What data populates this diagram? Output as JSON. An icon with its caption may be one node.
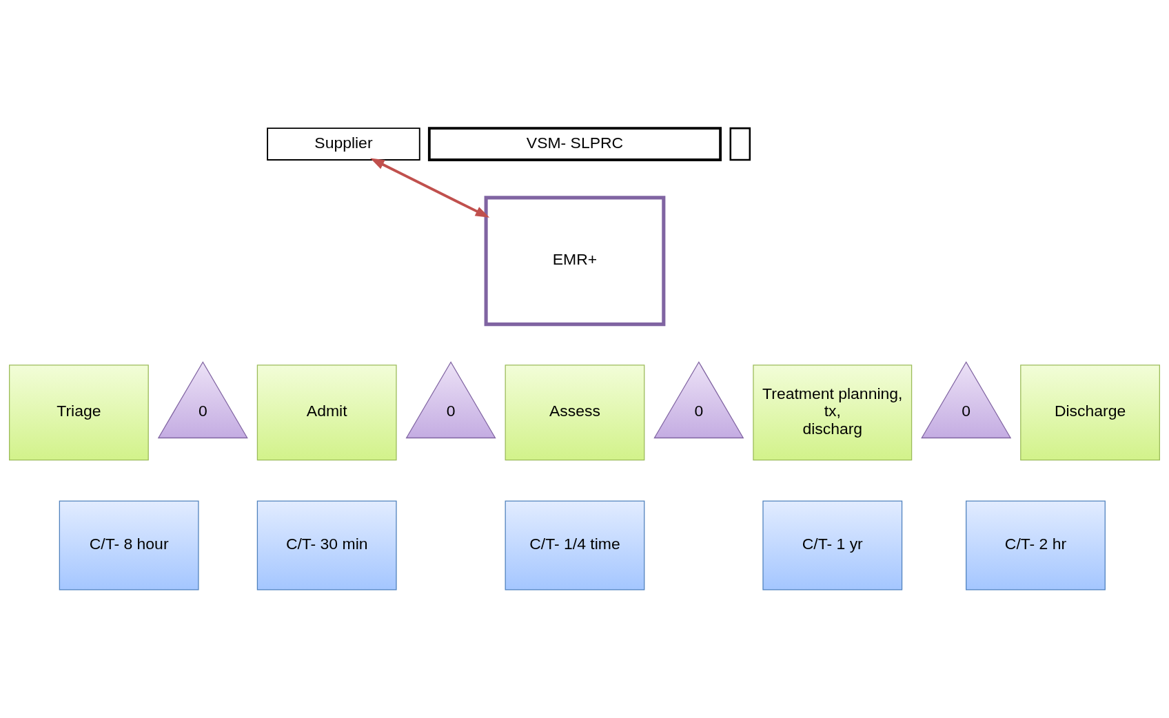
{
  "diagram": {
    "nodes": [
      {
        "text": [
          "Supplier"
        ]
      },
      {
        "text": [
          "VSM- SLPRC"
        ]
      },
      {
        "text": [],
        "shape": "box"
      },
      {
        "text": [
          "EMR+"
        ]
      },
      {
        "text": [
          "Triage"
        ]
      },
      {
        "text": [
          "0"
        ]
      },
      {
        "text": [
          "Admit"
        ]
      },
      {
        "text": [
          "0"
        ]
      },
      {
        "text": [
          "Assess"
        ]
      },
      {
        "text": [
          "0"
        ]
      },
      {
        "text": [
          "Treatment planning, tx, discharg"
        ]
      },
      {
        "text": [
          "0"
        ]
      },
      {
        "text": [
          "Discharge"
        ]
      },
      {
        "text": [
          "C/T- 8 hour"
        ]
      },
      {
        "text": [
          "C/T- 30 min"
        ]
      },
      {
        "text": [
          "C/T- 1/4 time"
        ]
      },
      {
        "text": [
          "C/T- 1 yr"
        ]
      },
      {
        "text": [
          "C/T- 2 hr"
        ]
      }
    ],
    "edges": [
      {
        "from": 0,
        "to": 3,
        "arrow": "both"
      }
    ]
  }
}
